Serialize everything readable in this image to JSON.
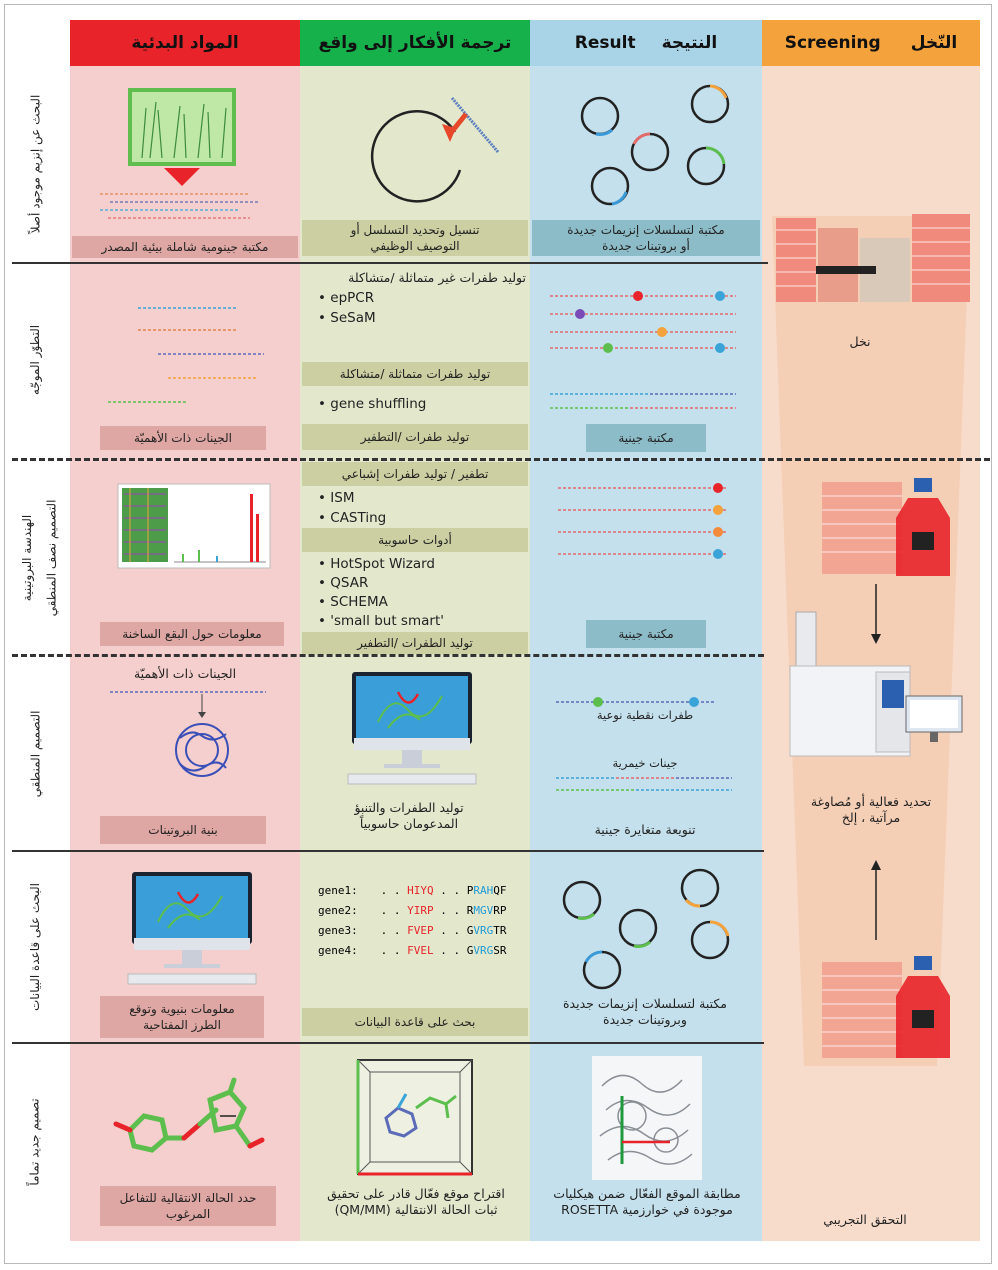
{
  "headers": {
    "raw_materials": "المواد البدئية",
    "translation": "ترجمة الأفكار إلى واقع",
    "result_ar": "النتيجة",
    "result_en": "Result",
    "screening_ar": "النّخل",
    "screening_en": "Screening"
  },
  "rows": {
    "r1": "البحث عن إنزيم موجود أصلاً",
    "r2": "التطوّر الموجّه",
    "r3a": "الهندسة البروتينية",
    "r3b": "التصميم نصف المنطقي",
    "r4": "التصميم المنطقي",
    "r5": "البحث على قاعدة البيانات",
    "r6": "تصميم جديد تماماً"
  },
  "raw": {
    "r1_caption": "مكتبة جينومية شاملة بيئية المصدر",
    "r2_caption": "الجينات ذات الأهميّة",
    "r3_caption": "معلومات حول البقع الساخنة",
    "r4_top": "الجينات ذات الأهميّة",
    "r4_caption": "بنية البروتينات",
    "r5_caption_line1": "معلومات بنيوية وتوقع",
    "r5_caption_line2": "الطرز المفتاحية",
    "r6_caption_line1": "حدد الحالة الانتقالية للتفاعل",
    "r6_caption_line2": "المرغوب"
  },
  "trans": {
    "r1_caption_line1": "تنسيل وتحديد التسلسل أو",
    "r1_caption_line2": "التوصيف الوظيفي",
    "r2_title1": "توليد طفرات غير متماثلة /متشاكلة",
    "r2_b1": "epPCR",
    "r2_b2": "SeSaM",
    "r2_title2": "توليد طفرات متماثلة /متشاكلة",
    "r2_b3": "gene shuffling",
    "r2_caption": "توليد طفرات /التطفير",
    "r3_title1": "تطفير / توليد طفرات إشباعي",
    "r3_b1": "ISM",
    "r3_b2": "CASTing",
    "r3_title2": "أدوات حاسوبية",
    "r3_b3": "HotSpot Wizard",
    "r3_b4": "QSAR",
    "r3_b5": "SCHEMA",
    "r3_b6": "'small but smart'",
    "r3_caption": "توليد الطفرات /التطفير",
    "r4_caption_line1": "توليد الطفرات والتنبؤ",
    "r4_caption_line2": "المدعومان حاسوبياً",
    "r5_genes": [
      {
        "name": "gene1:",
        "dots": ". .",
        "a": "HIYQ",
        "sep": ". .",
        "b": "PRAHQF",
        "bc": "P",
        "bhi": "RAH",
        "btail": "QF"
      },
      {
        "name": "gene2:",
        "dots": ". .",
        "a": "YIRP",
        "sep": ". .",
        "b": "RMGVRP",
        "bc": "R",
        "bhi": "MGV",
        "btail": "RP"
      },
      {
        "name": "gene3:",
        "dots": ". .",
        "a": "FVEP",
        "sep": ". .",
        "b": "GVRGTR",
        "bc": "G",
        "bhi": "VRG",
        "btail": "TR"
      },
      {
        "name": "gene4:",
        "dots": ". .",
        "a": "FVEL",
        "sep": ". .",
        "b": "GVRGSR",
        "bc": "G",
        "bhi": "VRG",
        "btail": "SR"
      }
    ],
    "r5_caption": "بحث على قاعدة البيانات",
    "r6_caption_line1": "اقتراح موقع فعّال قادر على تحقيق",
    "r6_caption_line2": "ثبات الحالة الانتقالية (QM/MM)"
  },
  "result": {
    "r1_caption_line1": "مكتبة لتسلسلات إنزيمات جديدة",
    "r1_caption_line2": "أو بروتينات جديدة",
    "r2_caption": "مكتبة جينية",
    "r3_caption": "مكتبة جينية",
    "r4_label1": "طفرات نقطية نوعية",
    "r4_label2": "جينات خيمرية",
    "r4_caption": "تنويعة متغايرة جينية",
    "r5_caption_line1": "مكتبة لتسلسلات إنزيمات جديدة",
    "r5_caption_line2": "وبروتينات جديدة",
    "r6_caption_line1": "مطابقة الموقع الفعّال ضمن هيكليات",
    "r6_caption_line2": "موجودة في خوارزمية ROSETTA"
  },
  "screen": {
    "label1": "نخل",
    "label2_line1": "تحديد فعالية أو مُصاوغة",
    "label2_line2": "مرآتية ، إلخ",
    "label3": "التحقق التجريبي"
  },
  "colors": {
    "header_red": "#e8232a",
    "header_green": "#16b14b",
    "header_blue": "#a9d3e6",
    "header_orange": "#f4a23c",
    "col_pink": "#f4cfcd",
    "col_green": "#e3e8cd",
    "col_blue": "#c4e0ec",
    "col_peach": "#f8dccb"
  }
}
